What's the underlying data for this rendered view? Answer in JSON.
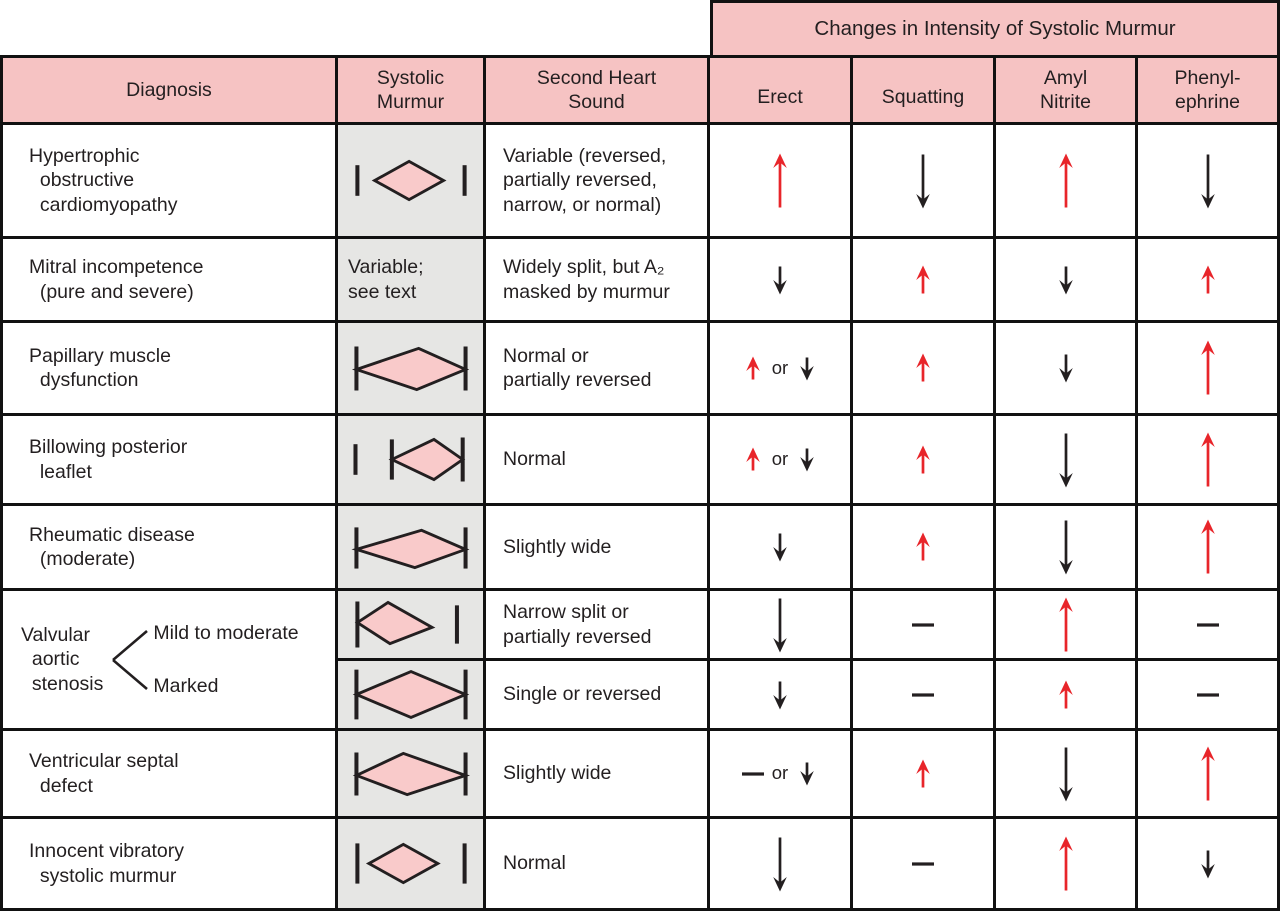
{
  "banner": {
    "title": "Changes in Intensity of Systolic Murmur"
  },
  "header": {
    "diagnosis": "Diagnosis",
    "systolic_murmur": "Systolic\nMurmur",
    "second_heart_sound": "Second Heart\nSound",
    "erect": "Erect",
    "squatting": "Squatting",
    "amyl_nitrite": "Amyl\nNitrite",
    "phenylephrine": "Phenyl-\nephrine"
  },
  "aortic_stenosis": {
    "label": "Valvular\n  aortic\n  stenosis"
  },
  "colors": {
    "header_pink": "#f6c3c3",
    "diamond_pink": "#f9caca",
    "murmur_gray": "#e6e6e4",
    "arrow_red": "#e8252a",
    "ink": "#231f20"
  },
  "rows": [
    {
      "diagnosis": "Hypertrophic\n  obstructive\n  cardiomyopathy",
      "murmur": {
        "kind": "shape",
        "shape": "midsystolic-small-detached"
      },
      "second_heart_sound": "Variable (reversed,\npartially reversed,\nnarrow, or normal)",
      "erect": [
        {
          "t": "arrow",
          "dir": "up",
          "color": "red",
          "len": "tall"
        }
      ],
      "squatting": [
        {
          "t": "arrow",
          "dir": "down",
          "color": "black",
          "len": "tall"
        }
      ],
      "amyl_nitrite": [
        {
          "t": "arrow",
          "dir": "up",
          "color": "red",
          "len": "tall"
        }
      ],
      "phenylephrine": [
        {
          "t": "arrow",
          "dir": "down",
          "color": "black",
          "len": "tall"
        }
      ]
    },
    {
      "diagnosis": "Mitral incompetence\n  (pure and severe)",
      "murmur": {
        "kind": "text",
        "text": "Variable;\nsee text"
      },
      "second_heart_sound": "Widely split, but A₂\nmasked by murmur",
      "erect": [
        {
          "t": "arrow",
          "dir": "down",
          "color": "black",
          "len": "short"
        }
      ],
      "squatting": [
        {
          "t": "arrow",
          "dir": "up",
          "color": "red",
          "len": "short"
        }
      ],
      "amyl_nitrite": [
        {
          "t": "arrow",
          "dir": "down",
          "color": "black",
          "len": "short"
        }
      ],
      "phenylephrine": [
        {
          "t": "arrow",
          "dir": "up",
          "color": "red",
          "len": "short"
        }
      ]
    },
    {
      "diagnosis": "Papillary muscle\n  dysfunction",
      "murmur": {
        "kind": "shape",
        "shape": "pansystolic-wide"
      },
      "second_heart_sound": "Normal or\npartially reversed",
      "erect": [
        {
          "t": "arrow",
          "dir": "up",
          "color": "red",
          "len": "small"
        },
        {
          "t": "text",
          "v": "or"
        },
        {
          "t": "arrow",
          "dir": "down",
          "color": "black",
          "len": "small"
        }
      ],
      "squatting": [
        {
          "t": "arrow",
          "dir": "up",
          "color": "red",
          "len": "short"
        }
      ],
      "amyl_nitrite": [
        {
          "t": "arrow",
          "dir": "down",
          "color": "black",
          "len": "short"
        }
      ],
      "phenylephrine": [
        {
          "t": "arrow",
          "dir": "up",
          "color": "red",
          "len": "tall"
        }
      ]
    },
    {
      "diagnosis": "Billowing posterior\n  leaflet",
      "murmur": {
        "kind": "shape",
        "shape": "late-systolic-double-bar"
      },
      "second_heart_sound": "Normal",
      "erect": [
        {
          "t": "arrow",
          "dir": "up",
          "color": "red",
          "len": "small"
        },
        {
          "t": "text",
          "v": "or"
        },
        {
          "t": "arrow",
          "dir": "down",
          "color": "black",
          "len": "small"
        }
      ],
      "squatting": [
        {
          "t": "arrow",
          "dir": "up",
          "color": "red",
          "len": "short"
        }
      ],
      "amyl_nitrite": [
        {
          "t": "arrow",
          "dir": "down",
          "color": "black",
          "len": "tall"
        }
      ],
      "phenylephrine": [
        {
          "t": "arrow",
          "dir": "up",
          "color": "red",
          "len": "tall"
        }
      ]
    },
    {
      "diagnosis": "Rheumatic disease\n  (moderate)",
      "murmur": {
        "kind": "shape",
        "shape": "pansystolic-moderate"
      },
      "second_heart_sound": "Slightly wide",
      "erect": [
        {
          "t": "arrow",
          "dir": "down",
          "color": "black",
          "len": "short"
        }
      ],
      "squatting": [
        {
          "t": "arrow",
          "dir": "up",
          "color": "red",
          "len": "short"
        }
      ],
      "amyl_nitrite": [
        {
          "t": "arrow",
          "dir": "down",
          "color": "black",
          "len": "tall"
        }
      ],
      "phenylephrine": [
        {
          "t": "arrow",
          "dir": "up",
          "color": "red",
          "len": "tall"
        }
      ]
    },
    {
      "branch": "Mild to moderate",
      "murmur": {
        "kind": "shape",
        "shape": "early-peaking-detached-a2"
      },
      "second_heart_sound": "Narrow split or\npartially reversed",
      "erect": [
        {
          "t": "arrow",
          "dir": "down",
          "color": "black",
          "len": "tall"
        }
      ],
      "squatting": [
        {
          "t": "dash"
        }
      ],
      "amyl_nitrite": [
        {
          "t": "arrow",
          "dir": "up",
          "color": "red",
          "len": "tall"
        }
      ],
      "phenylephrine": [
        {
          "t": "dash"
        }
      ]
    },
    {
      "branch": "Marked",
      "murmur": {
        "kind": "shape",
        "shape": "pansystolic-tall"
      },
      "second_heart_sound": "Single or reversed",
      "erect": [
        {
          "t": "arrow",
          "dir": "down",
          "color": "black",
          "len": "short"
        }
      ],
      "squatting": [
        {
          "t": "dash"
        }
      ],
      "amyl_nitrite": [
        {
          "t": "arrow",
          "dir": "up",
          "color": "red",
          "len": "short"
        }
      ],
      "phenylephrine": [
        {
          "t": "dash"
        }
      ]
    },
    {
      "diagnosis": "Ventricular septal\n  defect",
      "murmur": {
        "kind": "shape",
        "shape": "pansystolic-early-peak"
      },
      "second_heart_sound": "Slightly wide",
      "erect": [
        {
          "t": "dash"
        },
        {
          "t": "text",
          "v": "or"
        },
        {
          "t": "arrow",
          "dir": "down",
          "color": "black",
          "len": "small"
        }
      ],
      "squatting": [
        {
          "t": "arrow",
          "dir": "up",
          "color": "red",
          "len": "short"
        }
      ],
      "amyl_nitrite": [
        {
          "t": "arrow",
          "dir": "down",
          "color": "black",
          "len": "tall"
        }
      ],
      "phenylephrine": [
        {
          "t": "arrow",
          "dir": "up",
          "color": "red",
          "len": "tall"
        }
      ]
    },
    {
      "diagnosis": "Innocent vibratory\n  systolic murmur",
      "murmur": {
        "kind": "shape",
        "shape": "short-midsystolic-small"
      },
      "second_heart_sound": "Normal",
      "erect": [
        {
          "t": "arrow",
          "dir": "down",
          "color": "black",
          "len": "tall"
        }
      ],
      "squatting": [
        {
          "t": "dash"
        }
      ],
      "amyl_nitrite": [
        {
          "t": "arrow",
          "dir": "up",
          "color": "red",
          "len": "tall"
        }
      ],
      "phenylephrine": [
        {
          "t": "arrow",
          "dir": "down",
          "color": "black",
          "len": "short"
        }
      ]
    }
  ]
}
